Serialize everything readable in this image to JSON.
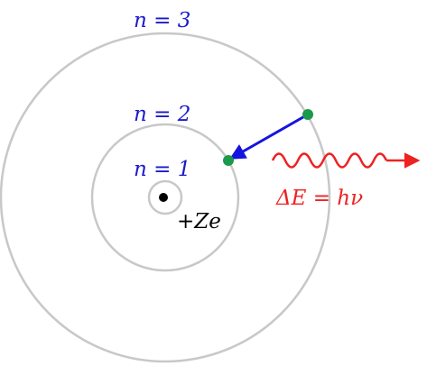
{
  "labels": {
    "n1": "n = 1",
    "n2": "n = 2",
    "n3": "n = 3",
    "nucleus": "+Ze",
    "energy": "ΔE = hν"
  },
  "colors": {
    "orbit": "#c8c8c8",
    "label_blue": "#1a1acc",
    "transition_arrow": "#1414e0",
    "electron": "#1a9a4a",
    "photon": "#ee2222",
    "nucleus": "#000000"
  }
}
